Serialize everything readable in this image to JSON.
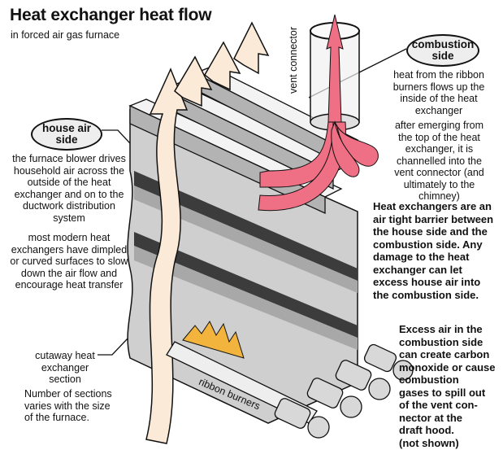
{
  "title": "Heat exchanger heat flow",
  "subtitle": "in forced air gas furnace",
  "colors": {
    "warm_air": "#fbead8",
    "flue_gas": "#ef6f84",
    "metal_light": "#e4e4e4",
    "metal_mid": "#b3b3b3",
    "metal_dark": "#3c3c3c",
    "flame": "#f2b43c",
    "oval_fill": "#eeeeee"
  },
  "labels": {
    "combustion_side": "combustion\nside",
    "house_air_side": "house air\nside",
    "vent_connector": "vent connector",
    "ribbon_burners": "ribbon burners"
  },
  "notes": {
    "combustion_heat": "heat from the ribbon\nburners flows up the\ninside of the heat\nexchanger",
    "after_emerging": "after emerging from\nthe top of the heat\nexchanger, it is\nchannelled into the\nvent connector (and\nultimately to the\nchimney)",
    "air_tight": "Heat exchangers are an\nair tight barrier between\nthe house side and the\ncombustion side. Any\ndamage to the heat\nexchanger can let\nexcess house air into\nthe combustion side.",
    "excess_air": "Excess air in the\ncombustion side\ncan create carbon\nmonoxide or cause\n       combustion\ngases to spill out\nof the vent con-\nnector at the\ndraft hood.\n(not shown)",
    "blower": "the furnace blower drives\nhousehold air across the\noutside of the heat\nexchanger and on to the\nductwork distribution\nsystem",
    "dimpled": "most modern heat\nexchangers have dimpled\nor curved surfaces to slow\ndown the air flow and\nencourage heat transfer",
    "cutaway": "cutaway heat\nexchanger\nsection",
    "sections": "Number of sections\nvaries with the size\nof the furnace."
  }
}
